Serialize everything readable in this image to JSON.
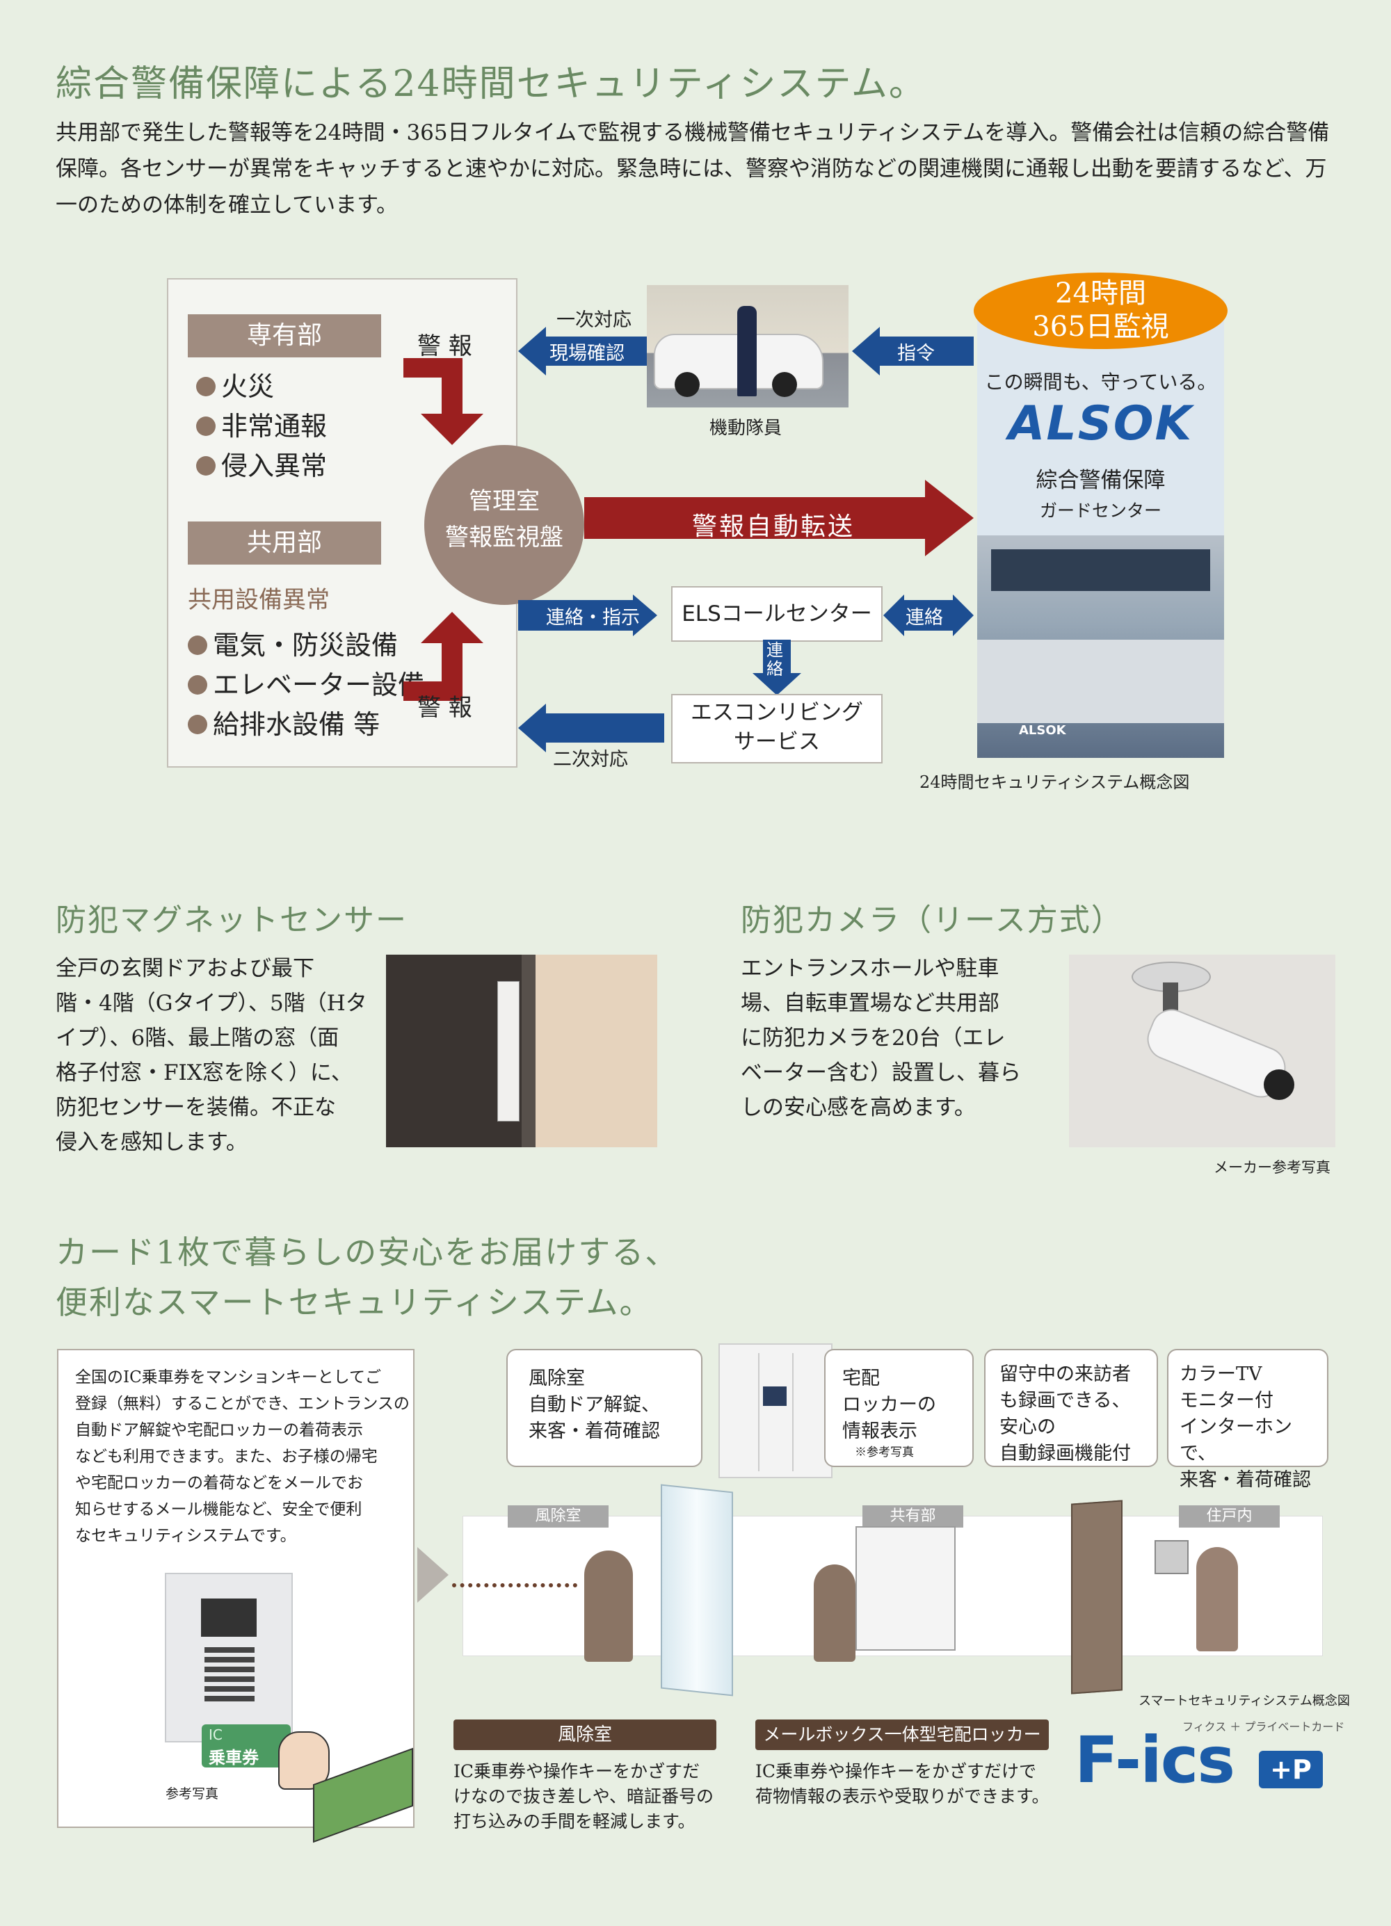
{
  "section1": {
    "title": "綜合警備保障による24時間セキュリティシステム。",
    "description": "共用部で発生した警報等を24時間・365日フルタイムで監視する機械警備セキュリティシステムを導入。警備会社は信頼の綜合警備保障。各センサーが異常をキャッチすると速やかに対応。緊急時には、警察や消防などの関連機関に通報し出動を要請するなど、万一のための体制を確立しています。"
  },
  "diagram": {
    "private_label": "専有部",
    "private_items": [
      "火災",
      "非常通報",
      "侵入異常"
    ],
    "common_label": "共用部",
    "common_sub": "共用設備異常",
    "common_items": [
      "電気・防災設備",
      "エレベーター設備",
      "給排水設備 等"
    ],
    "alarm_top": "警 報",
    "alarm_bottom": "警 報",
    "center_line1": "管理室",
    "center_line2": "警報監視盤",
    "first_response": "一次対応",
    "site_check": "現場確認",
    "patrol_caption": "機動隊員",
    "command": "指令",
    "badge_line1": "24時間",
    "badge_line2": "365日監視",
    "alsok_tagline": "この瞬間も、守っている。",
    "alsok_logo": "ALSOK",
    "alsok_company": "綜合警備保障",
    "alsok_center": "ガードセンター",
    "auto_transfer": "警報自動転送",
    "contact_instruct": "連絡・指示",
    "els_center": "ELSコールセンター",
    "contact_right": "連絡",
    "contact_down": "連絡",
    "escon_line1": "エスコンリビング",
    "escon_line2": "サービス",
    "second_response": "二次対応",
    "control_room_sign": "ALSOK",
    "caption": "24時間セキュリティシステム概念図"
  },
  "magnet": {
    "title": "防犯マグネットセンサー",
    "lines": [
      "全戸の玄関ドアおよび最下",
      "階・4階（Gタイプ）、5階（Hタ",
      "イプ）、6階、最上階の窓（面",
      "格子付窓・FIX窓を除く）に、",
      "防犯センサーを装備。不正な",
      "侵入を感知します。"
    ]
  },
  "camera": {
    "title": "防犯カメラ（リース方式）",
    "lines": [
      "エントランスホールや駐車",
      "場、自転車置場など共用部",
      "に防犯カメラを20台（エレ",
      "ベーター含む）設置し、暮ら",
      "しの安心感を高めます。"
    ],
    "caption": "メーカー参考写真"
  },
  "smart": {
    "title_line1": "カード1枚で暮らしの安心をお届けする、",
    "title_line2": "便利なスマートセキュリティシステム。",
    "intro_lines": [
      "全国のIC乗車券をマンションキーとしてご",
      "登録（無料）することができ、エントランスの",
      "自動ドア解錠や宅配ロッカーの着荷表示",
      "なども利用できます。また、お子様の帰宅",
      "や宅配ロッカーの着荷などをメールでお",
      "知らせするメール機能など、安全で便利",
      "なセキュリティシステムです。"
    ],
    "card_text1": "IC",
    "card_text2": "乗車券",
    "photo_caption": "参考写真",
    "callout1": [
      "風除室",
      "自動ドア解錠、",
      "来客・着荷確認"
    ],
    "callout2": [
      "宅配",
      "ロッカーの",
      "情報表示"
    ],
    "callout2_note": "※参考写真",
    "callout3": [
      "留守中の来訪者",
      "も録画できる、",
      "安心の",
      "自動録画機能付"
    ],
    "callout4": [
      "カラーTV",
      "モニター付",
      "インターホンで、",
      "来客・着荷確認"
    ],
    "area1": "風除室",
    "area2": "共有部",
    "area3": "住戸内",
    "label1": "風除室",
    "label1_desc": [
      "IC乗車券や操作キーをかざすだ",
      "けなので抜き差しや、暗証番号の",
      "打ち込みの手間を軽減します。"
    ],
    "label2": "メールボックス一体型宅配ロッカー",
    "label2_desc": [
      "IC乗車券や操作キーをかざすだけで",
      "荷物情報の表示や受取りができます。"
    ],
    "diagram_caption": "スマートセキュリティシステム概念図",
    "fics_small": "フィクス ＋ プライベートカード",
    "fics_logo": "F-ics",
    "fics_plus": "+P"
  }
}
